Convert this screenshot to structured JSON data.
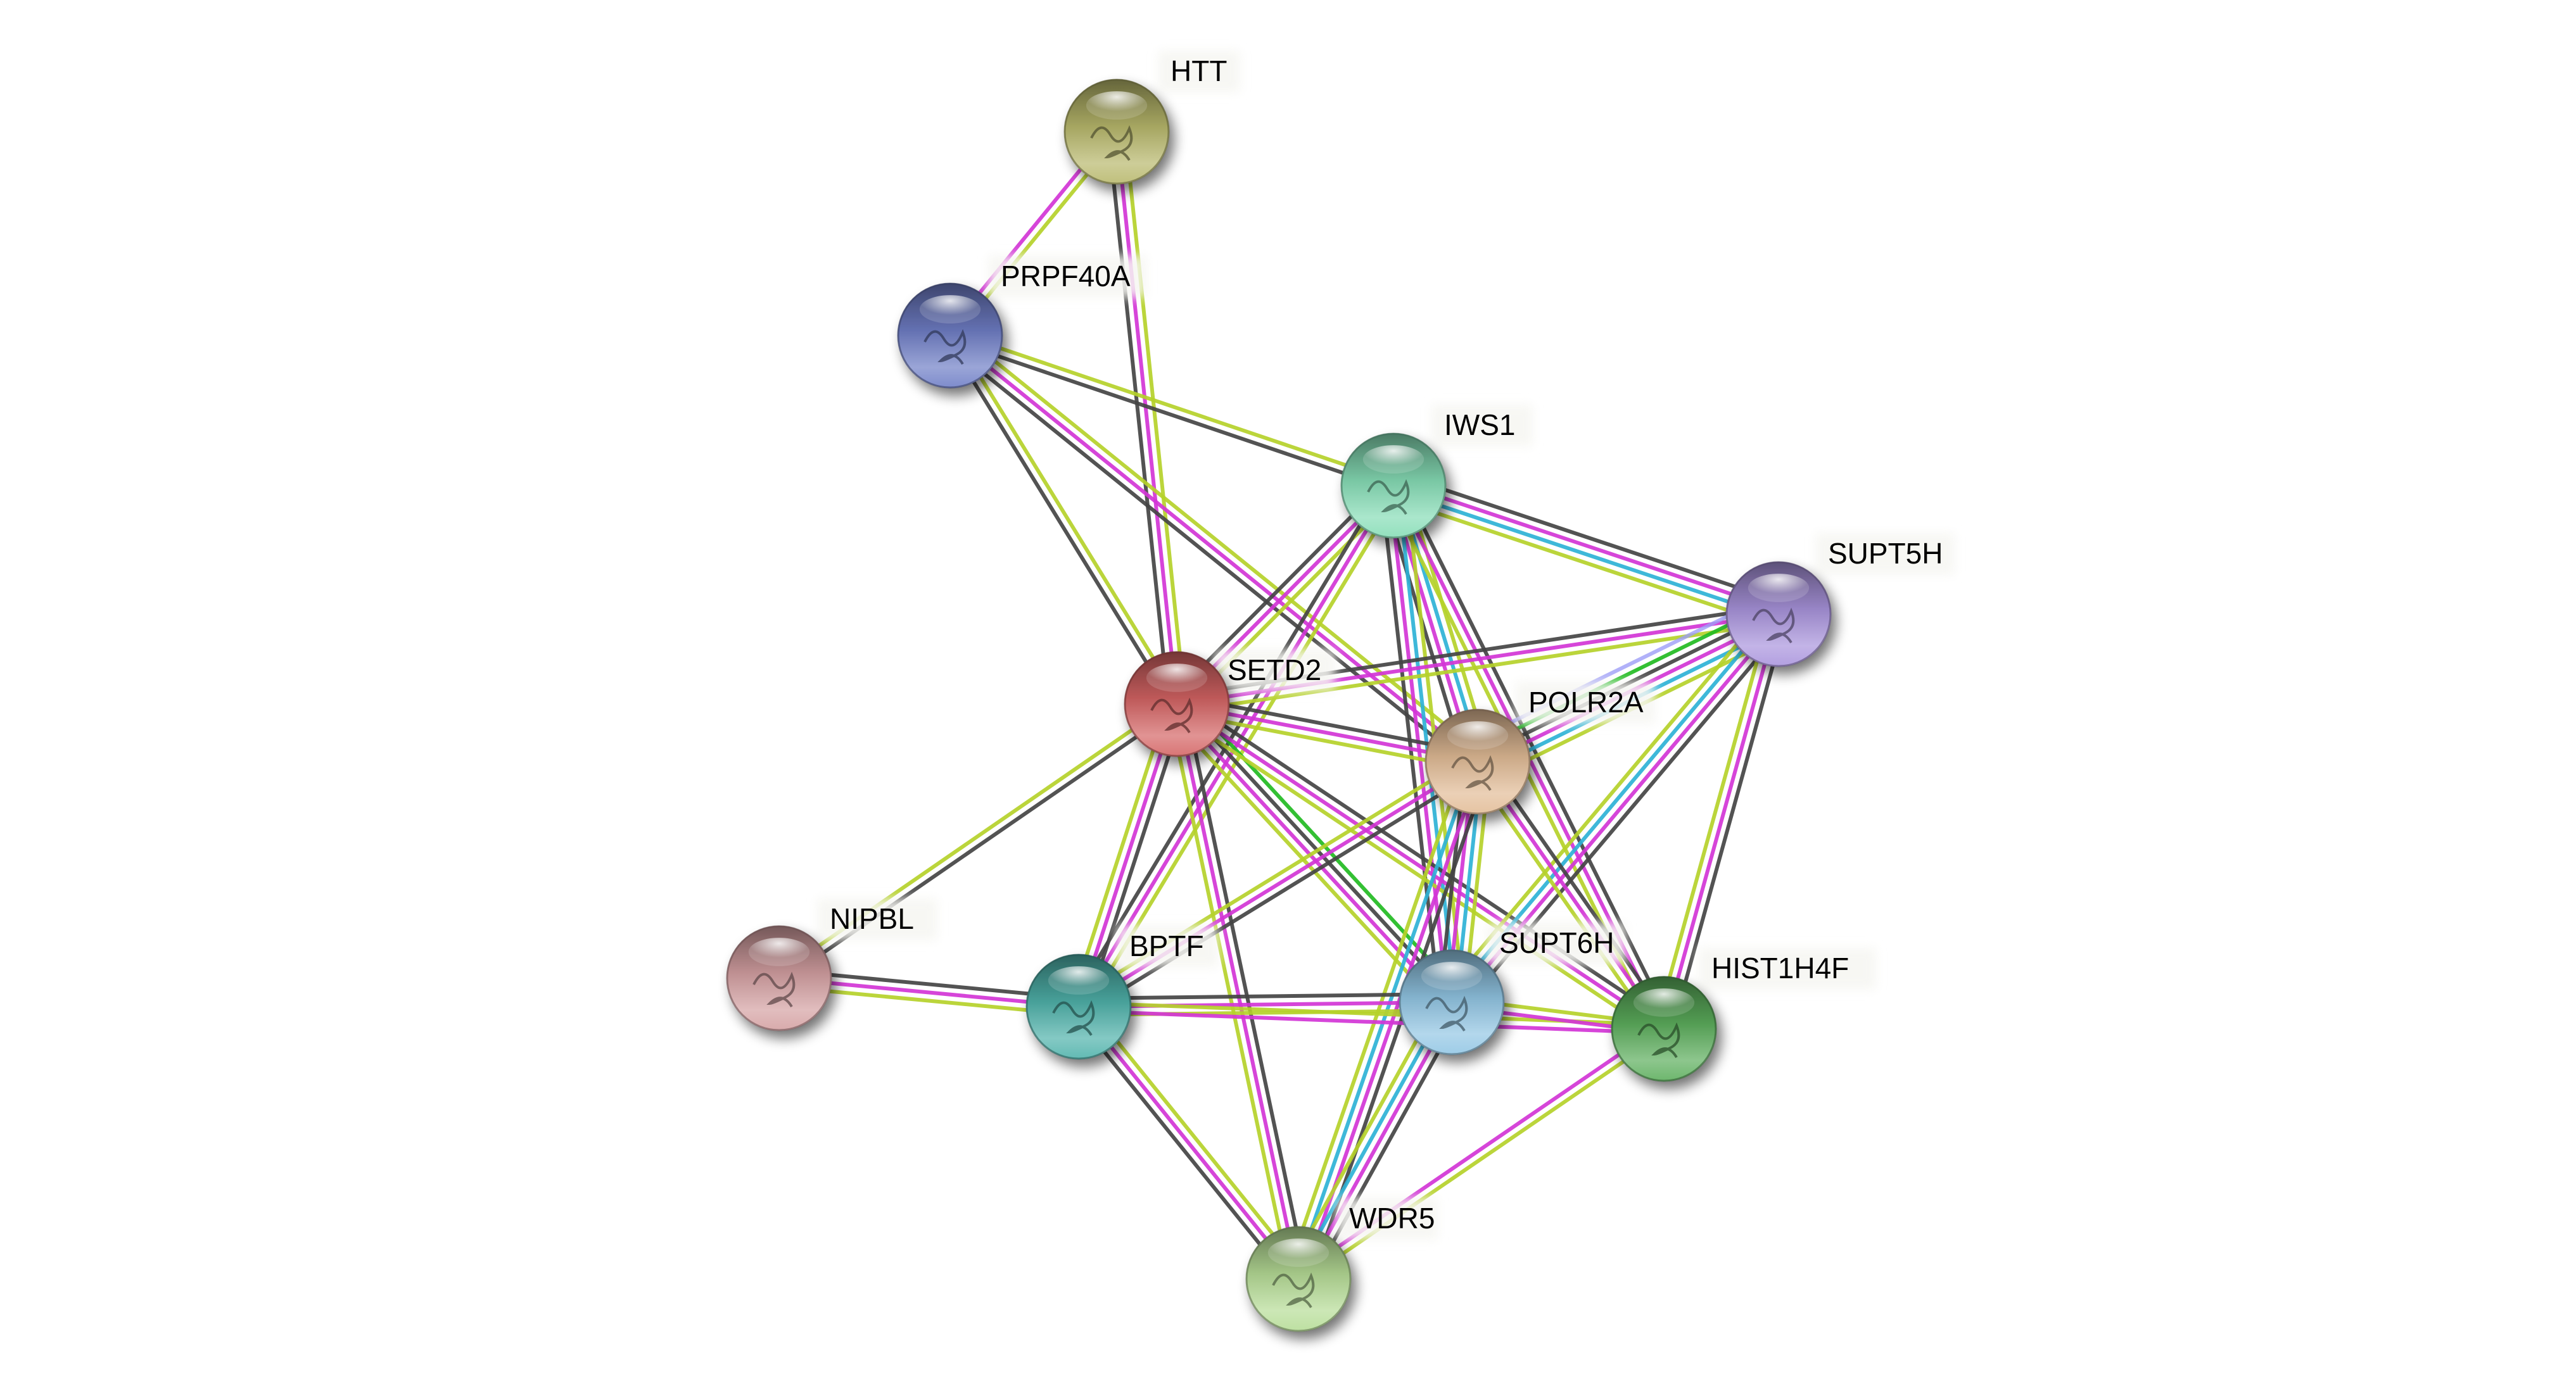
{
  "diagram": {
    "type": "protein-interaction-network",
    "edge_colors": {
      "yg": "#b5d12a",
      "mg": "#d235d6",
      "bk": "#444444",
      "cy": "#2eb2d6",
      "gr": "#22bb22",
      "lv": "#9d9df7"
    },
    "nodes": [
      {
        "id": "HTT",
        "label": "HTT",
        "color": "#b8b86c",
        "label_side": "right-top"
      },
      {
        "id": "PRPF40A",
        "label": "PRPF40A",
        "color": "#6f7ec6",
        "label_side": "right-top"
      },
      {
        "id": "IWS1",
        "label": "IWS1",
        "color": "#86ddb6",
        "label_side": "right-top"
      },
      {
        "id": "SUPT5H",
        "label": "SUPT5H",
        "color": "#a994dc",
        "label_side": "right-top"
      },
      {
        "id": "SETD2",
        "label": "SETD2",
        "color": "#d46464",
        "label_side": "right-top"
      },
      {
        "id": "POLR2A",
        "label": "POLR2A",
        "color": "#e2bc96",
        "label_side": "right-top"
      },
      {
        "id": "NIPBL",
        "label": "NIPBL",
        "color": "#d4a0a2",
        "label_side": "right-top"
      },
      {
        "id": "BPTF",
        "label": "BPTF",
        "color": "#4fb2aa",
        "label_side": "right-top"
      },
      {
        "id": "SUPT6H",
        "label": "SUPT6H",
        "color": "#92c6e4",
        "label_side": "right-top"
      },
      {
        "id": "HIST1H4F",
        "label": "HIST1H4F",
        "color": "#5cae5c",
        "label_side": "right-top"
      },
      {
        "id": "WDR5",
        "label": "WDR5",
        "color": "#b6dc96",
        "label_side": "right-top"
      }
    ],
    "edges": [
      {
        "source": "HTT",
        "target": "PRPF40A",
        "evidence": [
          "yg",
          "mg"
        ]
      },
      {
        "source": "HTT",
        "target": "SETD2",
        "evidence": [
          "yg",
          "mg",
          "bk"
        ]
      },
      {
        "source": "PRPF40A",
        "target": "IWS1",
        "evidence": [
          "yg",
          "bk"
        ]
      },
      {
        "source": "PRPF40A",
        "target": "SETD2",
        "evidence": [
          "yg",
          "bk"
        ]
      },
      {
        "source": "PRPF40A",
        "target": "POLR2A",
        "evidence": [
          "yg",
          "mg",
          "bk"
        ]
      },
      {
        "source": "IWS1",
        "target": "SETD2",
        "evidence": [
          "yg",
          "mg",
          "bk"
        ]
      },
      {
        "source": "IWS1",
        "target": "BPTF",
        "evidence": [
          "yg",
          "mg",
          "bk"
        ]
      },
      {
        "source": "IWS1",
        "target": "SUPT5H",
        "evidence": [
          "bk",
          "mg",
          "cy",
          "yg"
        ]
      },
      {
        "source": "IWS1",
        "target": "POLR2A",
        "evidence": [
          "yg",
          "cy",
          "mg",
          "bk"
        ]
      },
      {
        "source": "IWS1",
        "target": "SUPT6H",
        "evidence": [
          "yg",
          "cy",
          "mg",
          "bk"
        ]
      },
      {
        "source": "IWS1",
        "target": "HIST1H4F",
        "evidence": [
          "bk",
          "mg",
          "yg"
        ]
      },
      {
        "source": "SETD2",
        "target": "SUPT5H",
        "evidence": [
          "bk",
          "mg",
          "yg"
        ]
      },
      {
        "source": "SETD2",
        "target": "POLR2A",
        "evidence": [
          "bk",
          "mg",
          "yg"
        ]
      },
      {
        "source": "SETD2",
        "target": "NIPBL",
        "evidence": [
          "bk",
          "yg"
        ]
      },
      {
        "source": "SETD2",
        "target": "BPTF",
        "evidence": [
          "bk",
          "mg",
          "yg"
        ]
      },
      {
        "source": "SETD2",
        "target": "SUPT6H",
        "evidence": [
          "gr",
          "bk",
          "mg",
          "yg"
        ]
      },
      {
        "source": "SETD2",
        "target": "HIST1H4F",
        "evidence": [
          "bk",
          "mg",
          "yg"
        ]
      },
      {
        "source": "SETD2",
        "target": "WDR5",
        "evidence": [
          "bk",
          "mg",
          "yg"
        ]
      },
      {
        "source": "SUPT5H",
        "target": "POLR2A",
        "evidence": [
          "yg",
          "cy",
          "mg",
          "bk",
          "gr",
          "lv"
        ]
      },
      {
        "source": "SUPT5H",
        "target": "SUPT6H",
        "evidence": [
          "bk",
          "mg",
          "cy",
          "yg"
        ]
      },
      {
        "source": "SUPT5H",
        "target": "HIST1H4F",
        "evidence": [
          "bk",
          "mg",
          "yg"
        ]
      },
      {
        "source": "POLR2A",
        "target": "BPTF",
        "evidence": [
          "bk",
          "mg",
          "yg"
        ]
      },
      {
        "source": "POLR2A",
        "target": "SUPT6H",
        "evidence": [
          "yg",
          "cy",
          "mg",
          "bk"
        ]
      },
      {
        "source": "POLR2A",
        "target": "HIST1H4F",
        "evidence": [
          "bk",
          "mg",
          "yg"
        ]
      },
      {
        "source": "POLR2A",
        "target": "WDR5",
        "evidence": [
          "bk",
          "mg",
          "cy",
          "yg"
        ]
      },
      {
        "source": "NIPBL",
        "target": "BPTF",
        "evidence": [
          "bk",
          "mg",
          "yg"
        ]
      },
      {
        "source": "BPTF",
        "target": "SUPT6H",
        "evidence": [
          "bk",
          "mg",
          "yg"
        ]
      },
      {
        "source": "BPTF",
        "target": "HIST1H4F",
        "evidence": [
          "yg",
          "mg"
        ]
      },
      {
        "source": "BPTF",
        "target": "WDR5",
        "evidence": [
          "yg",
          "mg",
          "bk"
        ]
      },
      {
        "source": "SUPT6H",
        "target": "HIST1H4F",
        "evidence": [
          "yg",
          "mg"
        ]
      },
      {
        "source": "SUPT6H",
        "target": "WDR5",
        "evidence": [
          "bk",
          "mg",
          "cy",
          "yg"
        ]
      },
      {
        "source": "HIST1H4F",
        "target": "WDR5",
        "evidence": [
          "yg",
          "mg"
        ]
      }
    ]
  }
}
